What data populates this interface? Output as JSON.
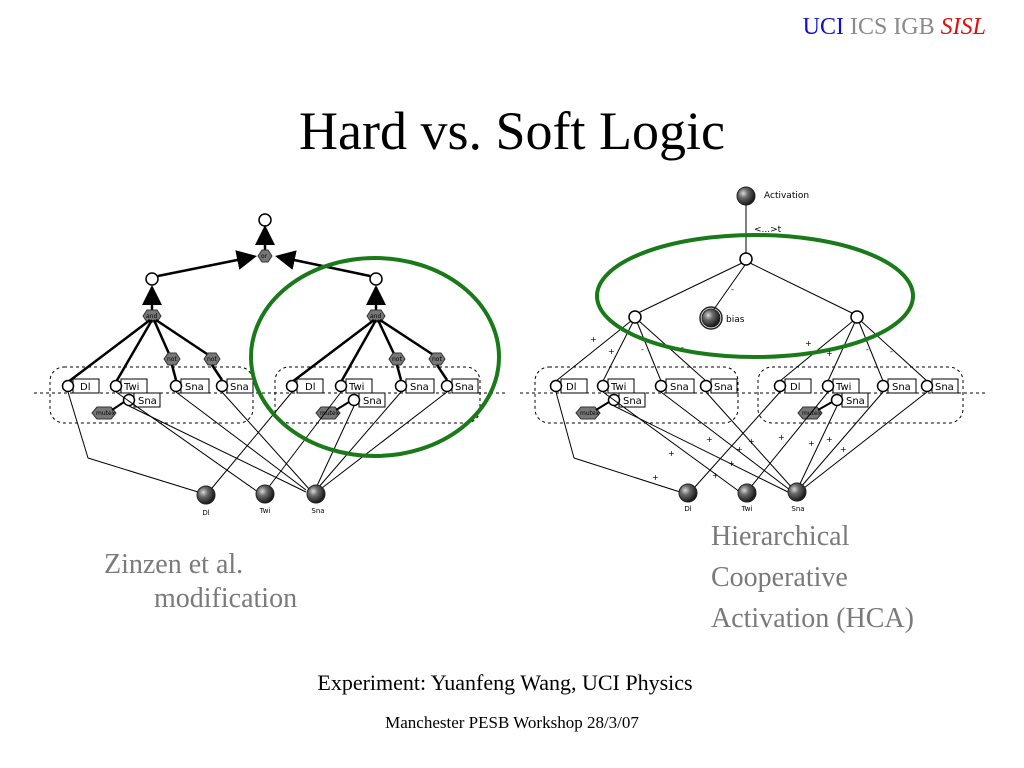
{
  "header": {
    "uci": "UCI",
    "ics_igb": "ICS IGB",
    "sisl": "SISL"
  },
  "title": "Hard vs. Soft Logic",
  "left_caption": {
    "line1": "Zinzen et al.",
    "line2": "modification"
  },
  "right_caption": {
    "line1": "Hierarchical",
    "line2": "Cooperative",
    "line3": "Activation (HCA)"
  },
  "footer": {
    "experiment": "Experiment: Yuanfeng Wang, UCI Physics",
    "workshop": "Manchester PESB Workshop 28/3/07"
  },
  "left_diagram": {
    "or_label": "or",
    "and_label": "and",
    "not_label": "not",
    "mutex_label": "mutex",
    "site_labels": [
      "Dl",
      "Twi",
      "Sna",
      "Sna",
      "Sna"
    ],
    "inputs": [
      "Dl",
      "Twi",
      "Sna"
    ]
  },
  "right_diagram": {
    "activation_label": "Activation",
    "time_label": "<...>t",
    "bias_label": "bias",
    "mutex_label": "mutex",
    "minus": "-",
    "plus": "+",
    "site_labels": [
      "Dl",
      "Twi",
      "Sna",
      "Sna",
      "Sna"
    ],
    "inputs": [
      "Dl",
      "Twi",
      "Sna"
    ]
  },
  "colors": {
    "uci": "#1010d0",
    "ics_igb": "#8a8a8a",
    "sisl": "#e01010",
    "highlight": "#1a7a1a"
  }
}
